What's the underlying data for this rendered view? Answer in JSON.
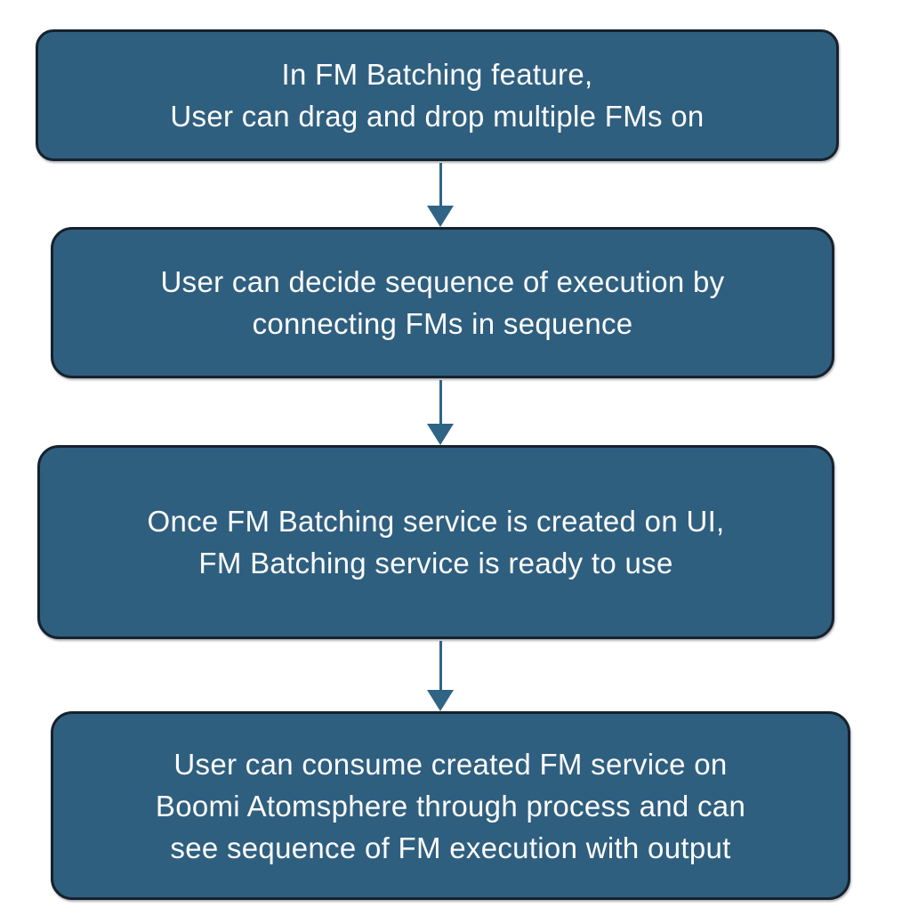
{
  "diagram": {
    "type": "flowchart",
    "direction": "top-to-bottom",
    "background_color": "#FFFFFF",
    "colors": {
      "box_fill": "#2F5F7F",
      "box_border": "#16222E",
      "arrow": "#2F6485",
      "text": "#FCFCFC"
    },
    "steps": [
      {
        "id": 1,
        "lines": [
          "In FM Batching feature,",
          "User can drag and drop multiple FMs on"
        ]
      },
      {
        "id": 2,
        "lines": [
          "User can decide sequence of execution by",
          "connecting FMs in sequence"
        ]
      },
      {
        "id": 3,
        "lines": [
          "Once FM Batching service is created on UI,",
          "FM Batching service is ready to use"
        ]
      },
      {
        "id": 4,
        "lines": [
          "User can consume created FM service on",
          "Boomi Atomsphere through process and can",
          "see sequence of FM execution with output"
        ]
      }
    ],
    "connectors": [
      {
        "from": 1,
        "to": 2
      },
      {
        "from": 2,
        "to": 3
      },
      {
        "from": 3,
        "to": 4
      }
    ]
  }
}
